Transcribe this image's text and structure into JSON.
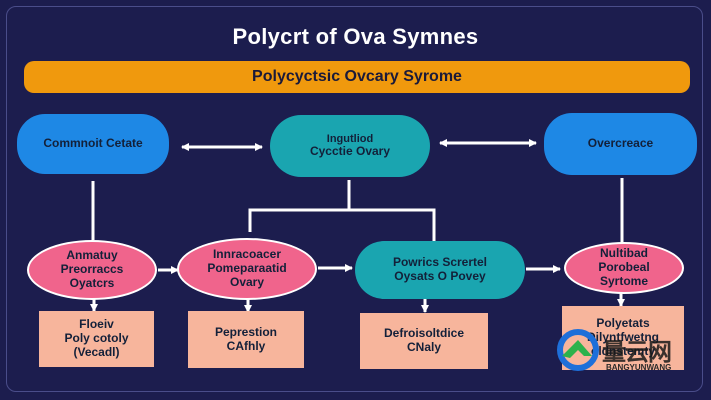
{
  "title": "Polycrt of Ova Symnes",
  "banner": "Polycyctsic Ovcary Syrome",
  "nodes": {
    "left_top": [
      "Commnoit Cetate"
    ],
    "center_top": [
      "Ingutliod",
      "Cycctie Ovary"
    ],
    "right_top": [
      "Overcreace"
    ],
    "pink_1": [
      "Anmatuy",
      "Preorraccs",
      "Oyatcrs"
    ],
    "pink_2": [
      "Innracoacer",
      "Pomeparaatid",
      "Ovary"
    ],
    "teal_mid": [
      "Powrics Scrertel",
      "Oysats O Povey"
    ],
    "pink_4": [
      "Nultibad",
      "Porobeal",
      "Syrtome"
    ],
    "box_1": [
      "Floeiv",
      "Poly cotoly",
      "(Vecadl)"
    ],
    "box_2": [
      "Peprestion",
      "CAfhly"
    ],
    "box_3": [
      "Defroisoltdice",
      "CNaly"
    ],
    "box_4": [
      "Polyetats",
      "Dilyntfwetng",
      "oldnstemty"
    ]
  },
  "watermark": {
    "cn": "量云网",
    "en": "BANGYUNWANG"
  },
  "colors": {
    "background": "#1c1d4e",
    "banner": "#f0990d",
    "blue_node": "#1e88e5",
    "teal_node": "#1aa5b0",
    "pink_node": "#f0648c",
    "box": "#f7b59c"
  }
}
